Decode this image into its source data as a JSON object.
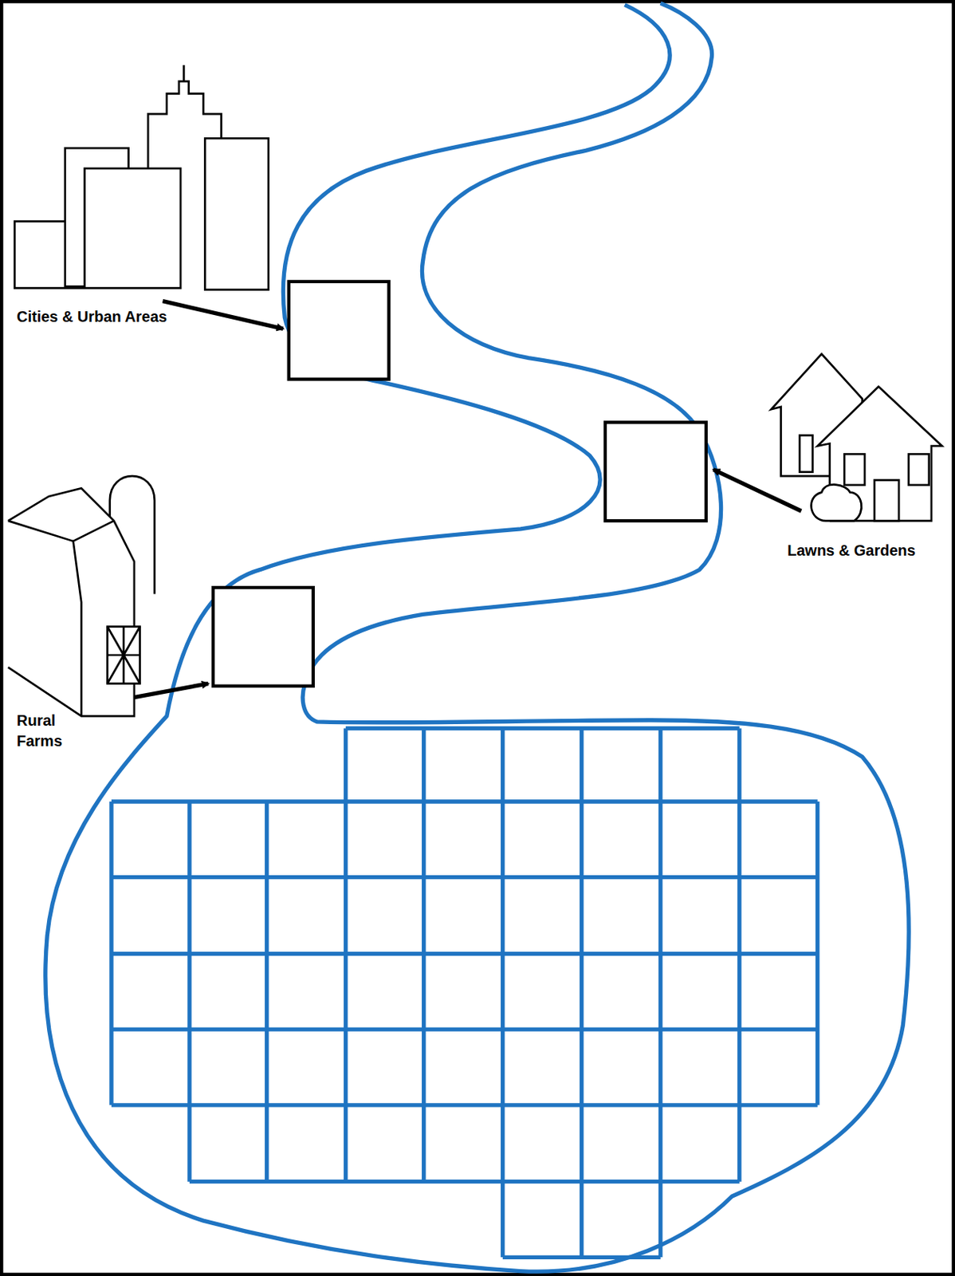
{
  "diagram": {
    "labels": [
      "Cities & Urban Areas",
      "Lawns & Gardens",
      "Rural Farms"
    ]
  }
}
